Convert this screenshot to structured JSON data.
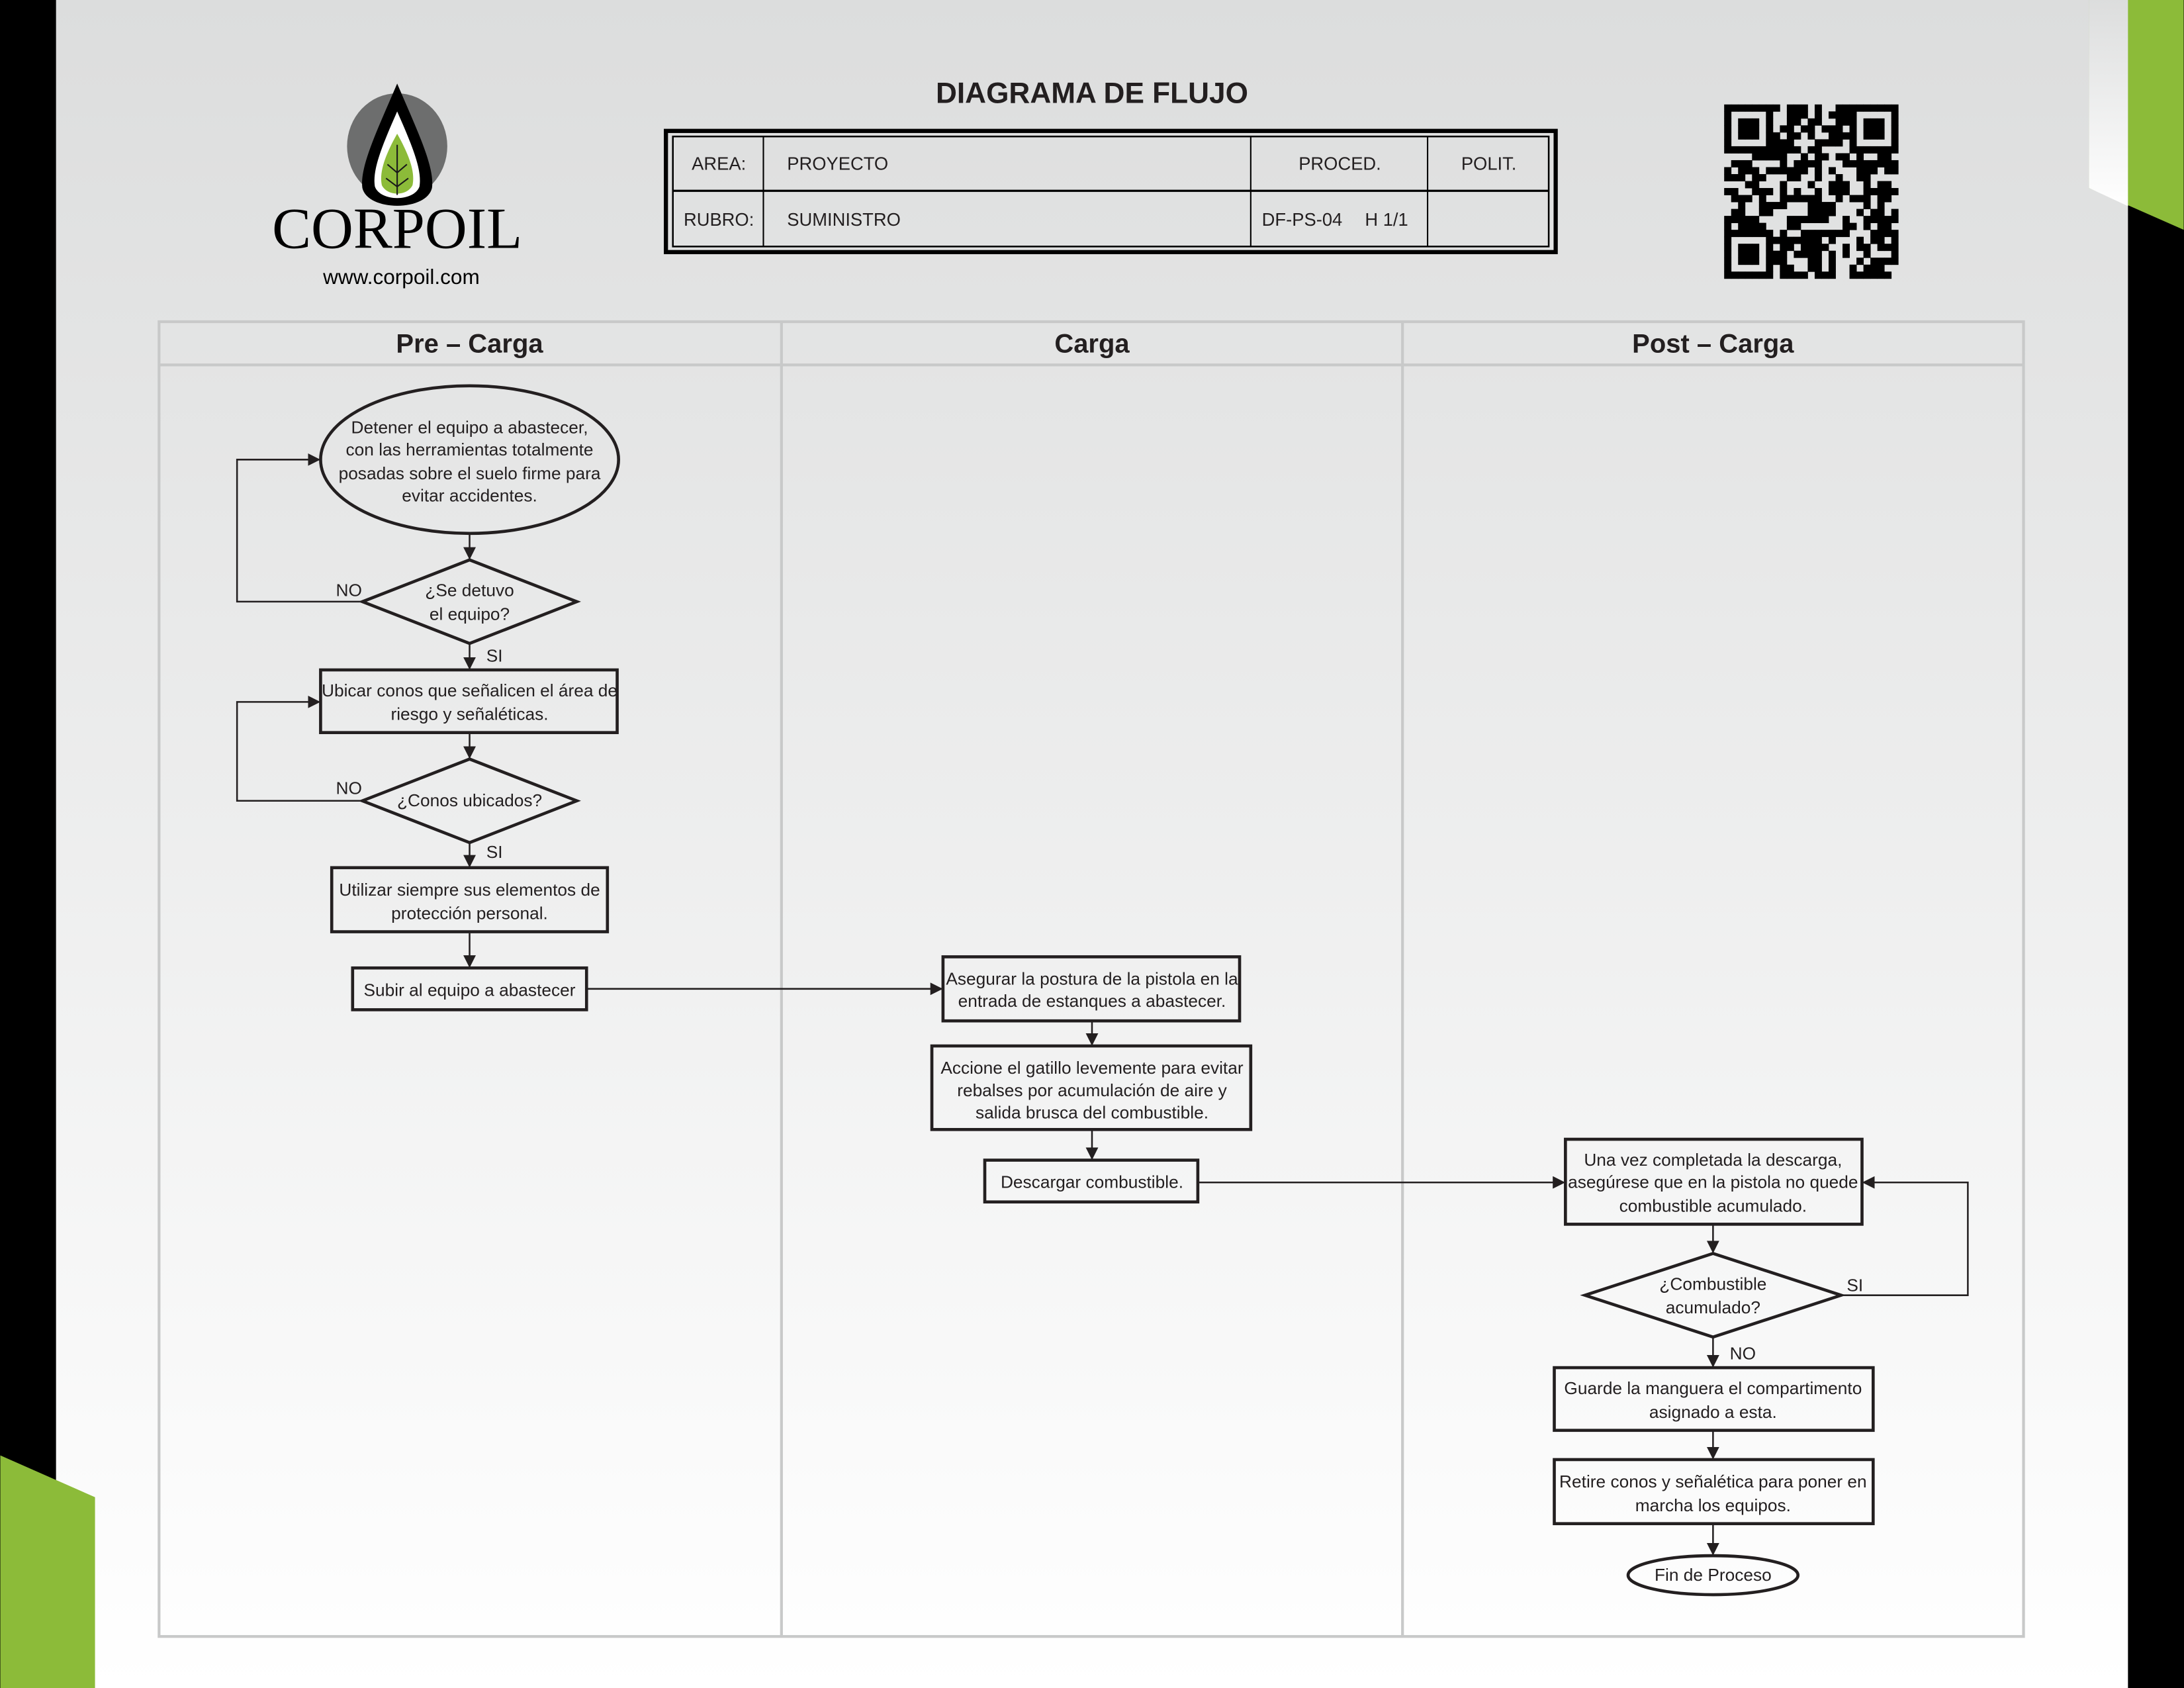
{
  "header": {
    "title": "DIAGRAMA DE FLUJO",
    "logo_text": "CORPOIL",
    "website": "www.corpoil.com",
    "table": {
      "area_label": "AREA:",
      "area_value": "PROYECTO",
      "proced_label": "PROCED.",
      "polit_label": "POLIT.",
      "rubro_label": "RUBRO:",
      "rubro_value": "SUMINISTRO",
      "code": "DF-PS-04",
      "sheet": "H 1/1"
    }
  },
  "lanes": [
    "Pre – Carga",
    "Carga",
    "Post – Carga"
  ],
  "pre": {
    "start": [
      "Detener el equipo a abastecer,",
      "con las herramientas totalmente",
      "posadas sobre el suelo firme para",
      "evitar accidentes."
    ],
    "q1": [
      "¿Se detuvo",
      "el equipo?"
    ],
    "q1_no": "NO",
    "q1_si": "SI",
    "step2": [
      "Ubicar conos que señalicen el área de",
      "riesgo y señaléticas."
    ],
    "q2": "¿Conos ubicados?",
    "q2_no": "NO",
    "q2_si": "SI",
    "step3": [
      "Utilizar siempre sus elementos de",
      "protección personal."
    ],
    "step4": "Subir al equipo a abastecer"
  },
  "carga": {
    "step1": [
      "Asegurar la postura de la pistola en la",
      "entrada de estanques a abastecer."
    ],
    "step2": [
      "Accione el gatillo levemente para evitar",
      "rebalses por acumulación de aire y",
      "salida brusca del combustible."
    ],
    "step3": "Descargar combustible."
  },
  "post": {
    "step1": [
      "Una vez completada la descarga,",
      "asegúrese que en la pistola no quede",
      "combustible acumulado."
    ],
    "q1": [
      "¿Combustible",
      "acumulado?"
    ],
    "q1_si": "SI",
    "q1_no": "NO",
    "step2": [
      "Guarde la manguera el compartimento",
      "asignado a esta."
    ],
    "step3": [
      "Retire conos y señalética para poner en",
      "marcha los equipos."
    ],
    "end": "Fin de Proceso"
  },
  "colors": {
    "brand_green": "#8cbb39",
    "ink": "#231f20"
  }
}
